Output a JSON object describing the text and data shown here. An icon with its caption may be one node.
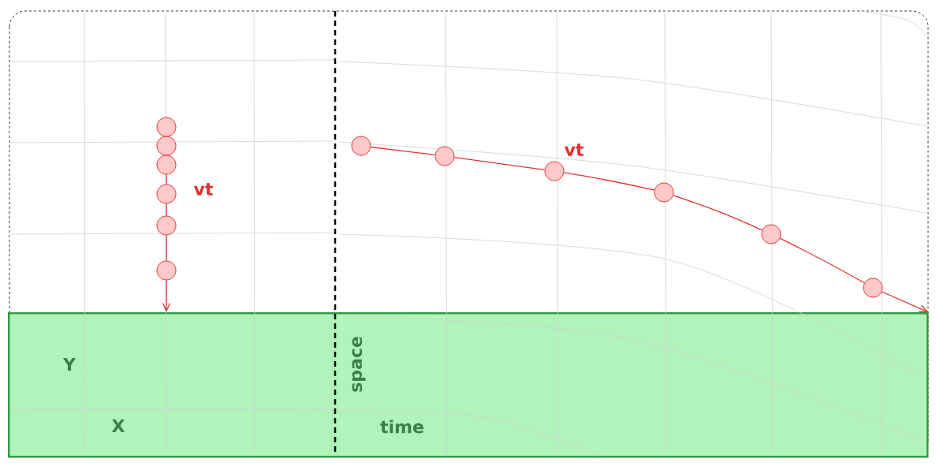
{
  "diagram": {
    "nodes": [
      {
        "text": [],
        "shape": "bar"
      },
      {
        "text": [],
        "shape": "circle"
      },
      {
        "text": [],
        "shape": "circle"
      },
      {
        "text": [],
        "shape": "circle"
      },
      {
        "text": [],
        "shape": "circle"
      },
      {
        "text": [],
        "shape": "circle"
      },
      {
        "text": [],
        "shape": "circle"
      },
      {
        "text": [],
        "shape": "circle"
      },
      {
        "text": [],
        "shape": "circle"
      },
      {
        "text": [],
        "shape": "circle"
      },
      {
        "text": [],
        "shape": "circle"
      },
      {
        "text": [],
        "shape": "circle"
      },
      {
        "text": [],
        "shape": "circle"
      }
    ],
    "edges": [
      {
        "from": 3,
        "to": 4,
        "arrow": "none",
        "label": "vt"
      },
      {
        "from": 4,
        "to": 5,
        "arrow": "none"
      },
      {
        "from": 5,
        "to": 6,
        "arrow": "none"
      },
      {
        "from": 6,
        "to": 0,
        "arrow": "to"
      },
      {
        "from": 7,
        "to": 8,
        "arrow": "none"
      },
      {
        "from": 8,
        "to": 9,
        "arrow": "none",
        "label": "vt"
      },
      {
        "from": 9,
        "to": 10,
        "arrow": "none"
      },
      {
        "from": 10,
        "to": 11,
        "arrow": "none"
      },
      {
        "from": 11,
        "to": 12,
        "arrow": "none"
      },
      {
        "from": 12,
        "to": 0,
        "arrow": "to"
      }
    ],
    "labels": [
      "Y",
      "X",
      "space",
      "time"
    ]
  }
}
